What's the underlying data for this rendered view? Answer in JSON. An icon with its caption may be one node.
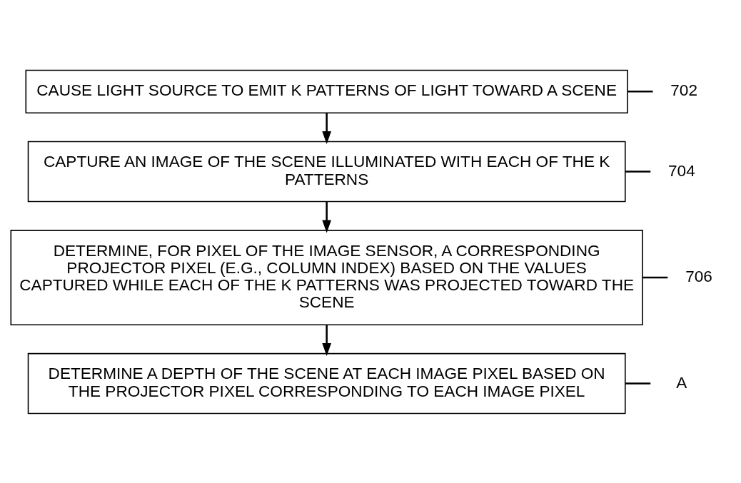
{
  "diagram": {
    "nodes": [
      {
        "text": [
          "702"
        ]
      },
      {
        "text": [
          "CAUSE LIGHT SOURCE TO EMIT K PATTERNS OF LIGHT TOWARD A SCENE"
        ]
      },
      {
        "text": [
          "704"
        ]
      },
      {
        "text": [
          "CAPTURE AN IMAGE OF THE SCENE ILLUMINATED WITH EACH OF THE K PATTERNS"
        ]
      },
      {
        "text": [
          "706"
        ]
      },
      {
        "text": [
          "DETERMINE, FOR PIXEL OF THE IMAGE SENSOR, A CORRESPONDING PROJECTOR PIXEL (E.G., COLUMN INDEX) BASED ON THE VALUES CAPTURED WHILE EACH OF THE K PATTERNS WAS PROJECTED TOWARD THE SCENE"
        ]
      },
      {
        "text": [
          "A"
        ]
      },
      {
        "text": [
          "DETERMINE A DEPTH OF THE SCENE AT EACH IMAGE PIXEL BASED ON THE PROJECTOR PIXEL CORRESPONDING TO EACH IMAGE PIXEL"
        ]
      }
    ],
    "edges": [
      {
        "from": 0,
        "to": 1,
        "arrow": "none"
      },
      {
        "from": 1,
        "to": 3,
        "arrow": "to"
      },
      {
        "from": 2,
        "to": 3,
        "arrow": "none"
      },
      {
        "from": 3,
        "to": 5,
        "arrow": "to"
      },
      {
        "from": 4,
        "to": 5,
        "arrow": "none"
      },
      {
        "from": 5,
        "to": 7,
        "arrow": "to"
      },
      {
        "from": 6,
        "to": 7,
        "arrow": "none"
      }
    ]
  }
}
